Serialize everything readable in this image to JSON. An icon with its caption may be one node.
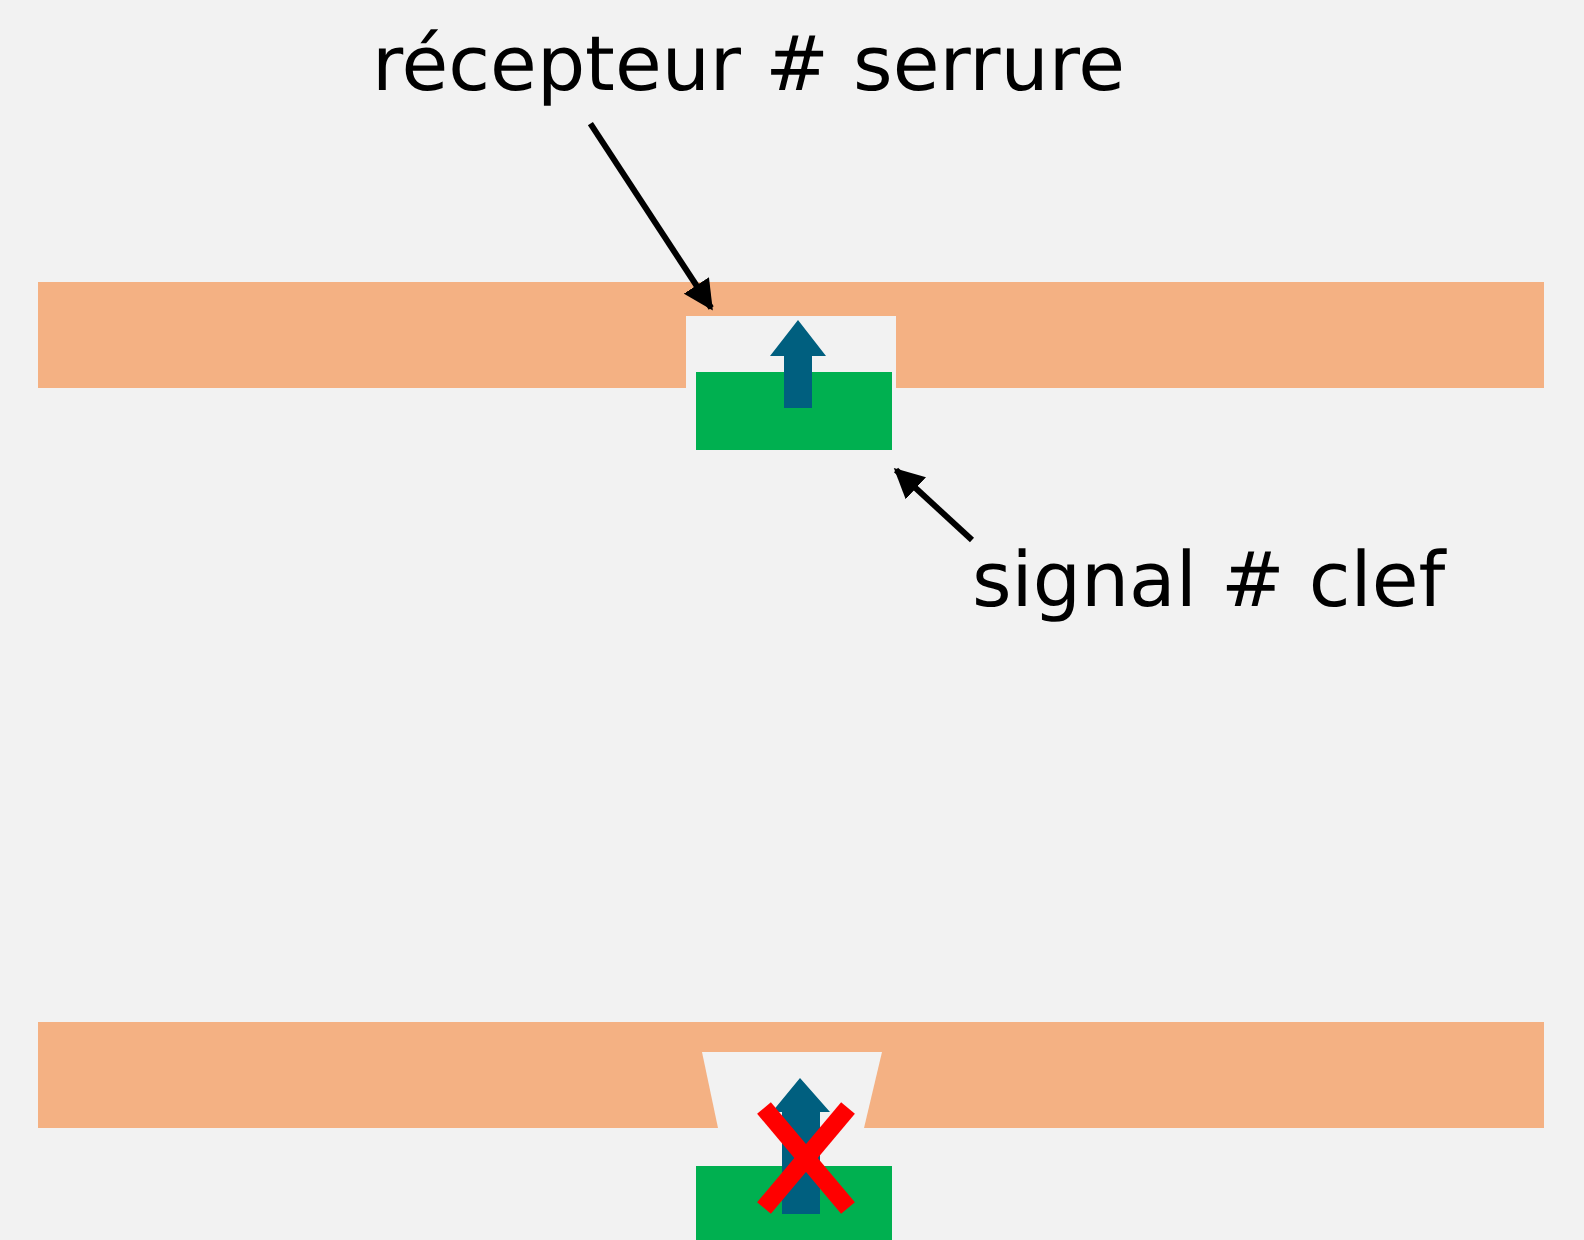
{
  "diagram": {
    "nodes": [
      {
        "text": [
          "récepteur # serrure"
        ]
      },
      {
        "text": [],
        "shape": "box"
      },
      {
        "text": [
          "signal # clef"
        ]
      },
      {
        "text": [],
        "shape": "box"
      }
    ],
    "edges": [
      {
        "from": 0,
        "to": 1,
        "arrow": "to"
      },
      {
        "from": 2,
        "to": 3,
        "arrow": "to"
      }
    ]
  }
}
